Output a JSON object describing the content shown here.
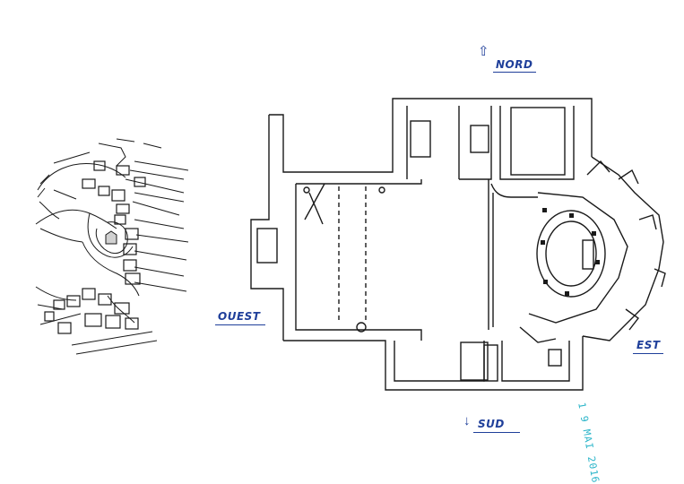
{
  "labels": {
    "north": "NORD",
    "west": "OUEST",
    "east": "EST",
    "south": "SUD"
  },
  "stamp": "1 9 MAI 2016",
  "colors": {
    "ink": "#1a1a1a",
    "annotation": "#1f3f9a",
    "stamp": "#2bb5c9"
  }
}
